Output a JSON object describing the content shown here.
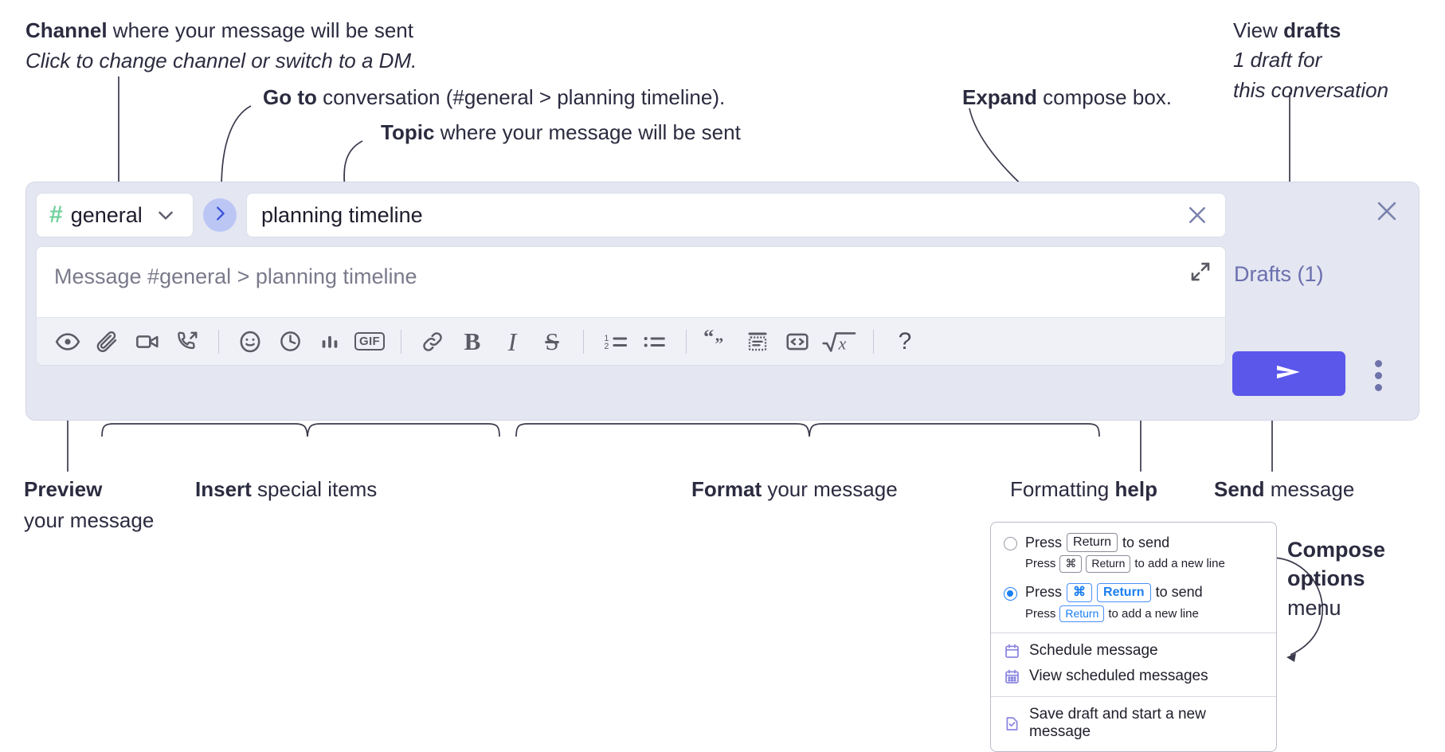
{
  "annotations": {
    "channel": {
      "strong": "Channel",
      "rest": " where your message will be sent",
      "italic": "Click to change channel or switch to a DM."
    },
    "goto": {
      "strong": "Go to",
      "rest": " conversation (#general > planning timeline)."
    },
    "topic": {
      "strong": "Topic",
      "rest": " where your message will be sent"
    },
    "expand": {
      "strong": "Expand",
      "rest": " compose box."
    },
    "drafts": {
      "lead": "View ",
      "strong": "drafts",
      "italic1": "1 draft for",
      "italic2": "this conversation"
    },
    "preview": {
      "strong": "Preview",
      "line2": "your message"
    },
    "insert": {
      "strong": "Insert",
      "rest": " special items"
    },
    "format": {
      "strong": "Format",
      "rest": " your message"
    },
    "help": {
      "lead": "Formatting ",
      "strong": "help"
    },
    "send": {
      "strong": "Send",
      "rest": " message"
    },
    "compose_options": {
      "strong1": "Compose",
      "strong2": "options",
      "rest": "menu"
    }
  },
  "compose": {
    "channel": {
      "hash": "#",
      "name": "general",
      "chevron_icon": "chevron-down-icon"
    },
    "goto_icon": "chevron-right-icon",
    "topic": {
      "value": "planning timeline",
      "clear_icon": "close-icon"
    },
    "message": {
      "placeholder": "Message #general > planning timeline",
      "value": ""
    },
    "expand_icon": "expand-diagonal-icon",
    "close_icon": "close-icon",
    "drafts_label": "Drafts (1)",
    "send_icon": "send-paper-plane-icon",
    "options_icon": "kebab-menu-icon",
    "toolbar": [
      {
        "name": "preview-button",
        "icon": "eye-icon"
      },
      {
        "name": "attach-file-button",
        "icon": "paperclip-icon"
      },
      {
        "name": "video-clip-button",
        "icon": "video-camera-icon"
      },
      {
        "name": "audio-clip-button",
        "icon": "phone-arrow-icon"
      },
      {
        "name": "separator-1",
        "icon": "divider"
      },
      {
        "name": "emoji-button",
        "icon": "smiley-icon"
      },
      {
        "name": "reminder-button",
        "icon": "clock-icon"
      },
      {
        "name": "poll-button",
        "icon": "bar-chart-icon"
      },
      {
        "name": "gif-button",
        "icon": "gif-icon",
        "label": "GIF"
      },
      {
        "name": "separator-2",
        "icon": "divider"
      },
      {
        "name": "link-button",
        "icon": "link-icon"
      },
      {
        "name": "bold-button",
        "icon": "bold-icon",
        "label": "B"
      },
      {
        "name": "italic-button",
        "icon": "italic-icon",
        "label": "I"
      },
      {
        "name": "strikethrough-button",
        "icon": "strikethrough-icon",
        "label": "S"
      },
      {
        "name": "separator-3",
        "icon": "divider"
      },
      {
        "name": "ordered-list-button",
        "icon": "numbered-list-icon"
      },
      {
        "name": "bulleted-list-button",
        "icon": "bulleted-list-icon"
      },
      {
        "name": "separator-4",
        "icon": "divider"
      },
      {
        "name": "blockquote-button",
        "icon": "quote-icon"
      },
      {
        "name": "code-block-button",
        "icon": "code-block-icon"
      },
      {
        "name": "inline-code-button",
        "icon": "angle-brackets-icon"
      },
      {
        "name": "math-button",
        "icon": "square-root-x-icon"
      },
      {
        "name": "separator-5",
        "icon": "divider"
      },
      {
        "name": "formatting-help-button",
        "icon": "question-mark-icon",
        "label": "?"
      }
    ]
  },
  "options_menu": {
    "send_options": [
      {
        "selected": false,
        "main_prefix": "Press",
        "main_key": "Return",
        "main_suffix": "to send",
        "sub_prefix": "Press",
        "sub_key1": "⌘",
        "sub_key2": "Return",
        "sub_suffix": "to add a new line"
      },
      {
        "selected": true,
        "main_prefix": "Press",
        "main_key1": "⌘",
        "main_key2": "Return",
        "main_suffix": "to send",
        "sub_prefix": "Press",
        "sub_key": "Return",
        "sub_suffix": "to add a new line"
      }
    ],
    "items": [
      {
        "label": "Schedule message",
        "icon": "calendar-icon"
      },
      {
        "label": "View scheduled messages",
        "icon": "calendar-grid-icon"
      },
      {
        "label": "Save draft and start a new message",
        "icon": "document-check-icon"
      }
    ]
  },
  "colors": {
    "panel_bg": "#e4e6f1",
    "accent_send": "#5b57eb",
    "channel_hash_green": "#6fd19b",
    "goto_circle": "#bcc6f5",
    "drafts_text": "#6b6fae",
    "radio_selected": "#1b7ff0"
  }
}
